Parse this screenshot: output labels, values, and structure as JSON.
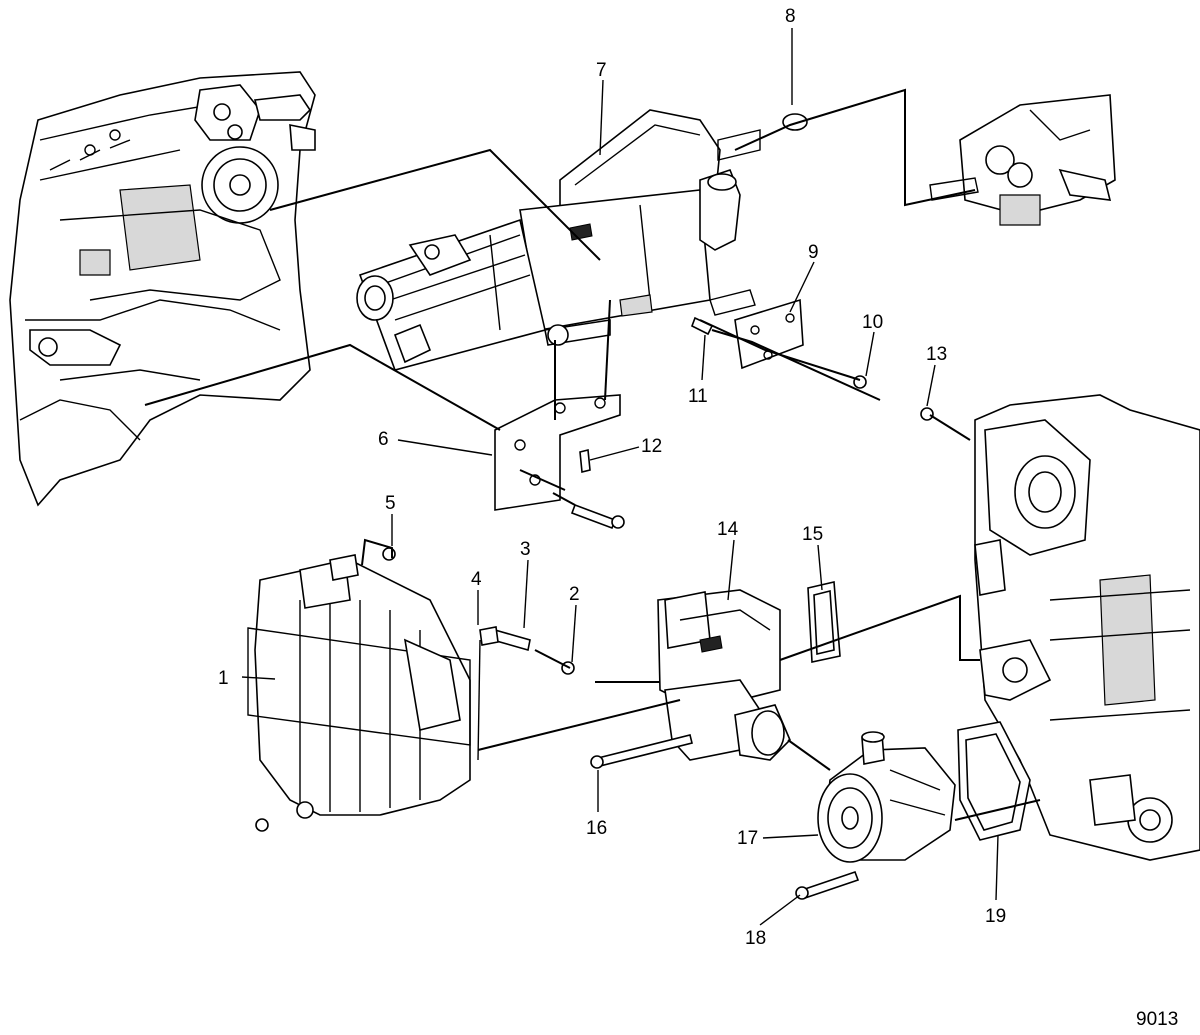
{
  "figure_number": "9013",
  "callouts": [
    {
      "id": "1",
      "label": "1"
    },
    {
      "id": "2",
      "label": "2"
    },
    {
      "id": "3",
      "label": "3"
    },
    {
      "id": "4",
      "label": "4"
    },
    {
      "id": "5",
      "label": "5"
    },
    {
      "id": "6",
      "label": "6"
    },
    {
      "id": "7",
      "label": "7"
    },
    {
      "id": "8",
      "label": "8"
    },
    {
      "id": "9",
      "label": "9"
    },
    {
      "id": "10",
      "label": "10"
    },
    {
      "id": "11",
      "label": "11"
    },
    {
      "id": "12",
      "label": "12"
    },
    {
      "id": "13",
      "label": "13"
    },
    {
      "id": "14",
      "label": "14"
    },
    {
      "id": "15",
      "label": "15"
    },
    {
      "id": "16",
      "label": "16"
    },
    {
      "id": "17",
      "label": "17"
    },
    {
      "id": "18",
      "label": "18"
    },
    {
      "id": "19",
      "label": "19"
    }
  ]
}
